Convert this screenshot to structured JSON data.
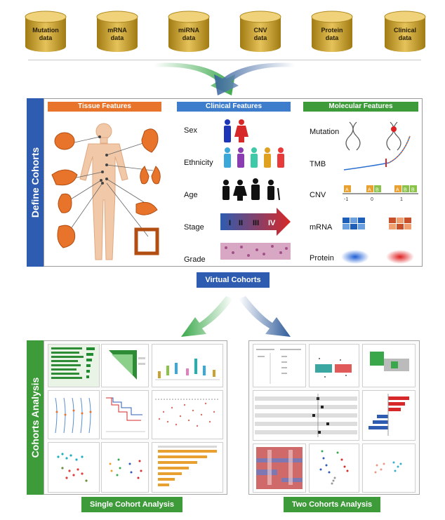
{
  "databases": [
    {
      "label": "Mutation\ndata"
    },
    {
      "label": "mRNA\ndata"
    },
    {
      "label": "miRNA\ndata"
    },
    {
      "label": "CNV\ndata"
    },
    {
      "label": "Protein\ndata"
    },
    {
      "label": "Clinical\ndata"
    }
  ],
  "define": {
    "title": "Define Cohorts",
    "tissue_header": "Tissue Features",
    "clinical_header": "Clinical Features",
    "molecular_header": "Molecular Features",
    "clinical_rows": [
      "Sex",
      "Ethnicity",
      "Age",
      "Stage",
      "Grade"
    ],
    "stages": [
      "I",
      "II",
      "III",
      "IV"
    ],
    "molecular_rows": [
      "Mutation",
      "TMB",
      "CNV",
      "mRNA",
      "Protein"
    ],
    "cnv_letters": [
      "A",
      "A",
      "B",
      "A",
      "B",
      "B"
    ],
    "cnv_ticks": [
      "-1",
      "0",
      "1"
    ]
  },
  "virtual_cohorts": "Virtual Cohorts",
  "analysis": {
    "title": "Cohorts Analysis",
    "single": "Single Cohort Analysis",
    "two": "Two Cohorts Analysis"
  },
  "colors": {
    "blue": "#2e5cb0",
    "green": "#3e9b3a",
    "orange": "#e8732a",
    "gold": "#c8a233"
  }
}
